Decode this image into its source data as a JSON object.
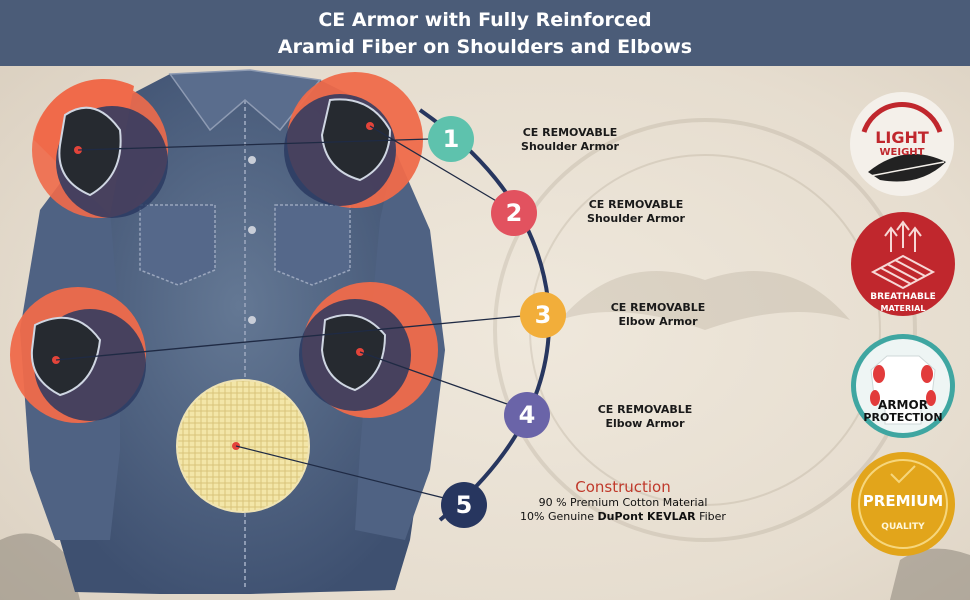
{
  "banner": {
    "line1": "CE Armor with Fully Reinforced",
    "line2": "Aramid Fiber on Shoulders and Elbows"
  },
  "callouts": [
    {
      "number": "1",
      "line1": "CE REMOVABLE",
      "line2": "Shoulder Armor",
      "color": "#5ec2ad"
    },
    {
      "number": "2",
      "line1": "CE REMOVABLE",
      "line2": "Shoulder Armor",
      "color": "#e2525f"
    },
    {
      "number": "3",
      "line1": "CE REMOVABLE",
      "line2": "Elbow Armor",
      "color": "#f2ae3a"
    },
    {
      "number": "4",
      "line1": "CE REMOVABLE",
      "line2": "Elbow Armor",
      "color": "#6a64a8"
    },
    {
      "number": "5",
      "color": "#27365f"
    }
  ],
  "construction": {
    "title": "Construction",
    "line1": "90 % Premium Cotton Material",
    "line2_prefix": "10% Genuine ",
    "line2_brand": "DuPont KEVLAR",
    "line2_suffix": " Fiber"
  },
  "badges": [
    {
      "id": "light-weight",
      "line1": "LIGHT",
      "line2": "WEIGHT",
      "icon": "feather-icon",
      "color": "#c0272d"
    },
    {
      "id": "breathable",
      "line1": "BREATHABLE",
      "line2": "MATERIAL",
      "icon": "breathable-fabric-icon",
      "color": "#c0272d"
    },
    {
      "id": "armor",
      "line1": "ARMOR",
      "line2": "PROTECTION",
      "icon": "armor-shirt-icon",
      "color": "#3fa6a1"
    },
    {
      "id": "premium",
      "line1": "PREMIUM",
      "line2": "QUALITY",
      "icon": "premium-seal-icon",
      "color": "#e2a51b"
    }
  ]
}
